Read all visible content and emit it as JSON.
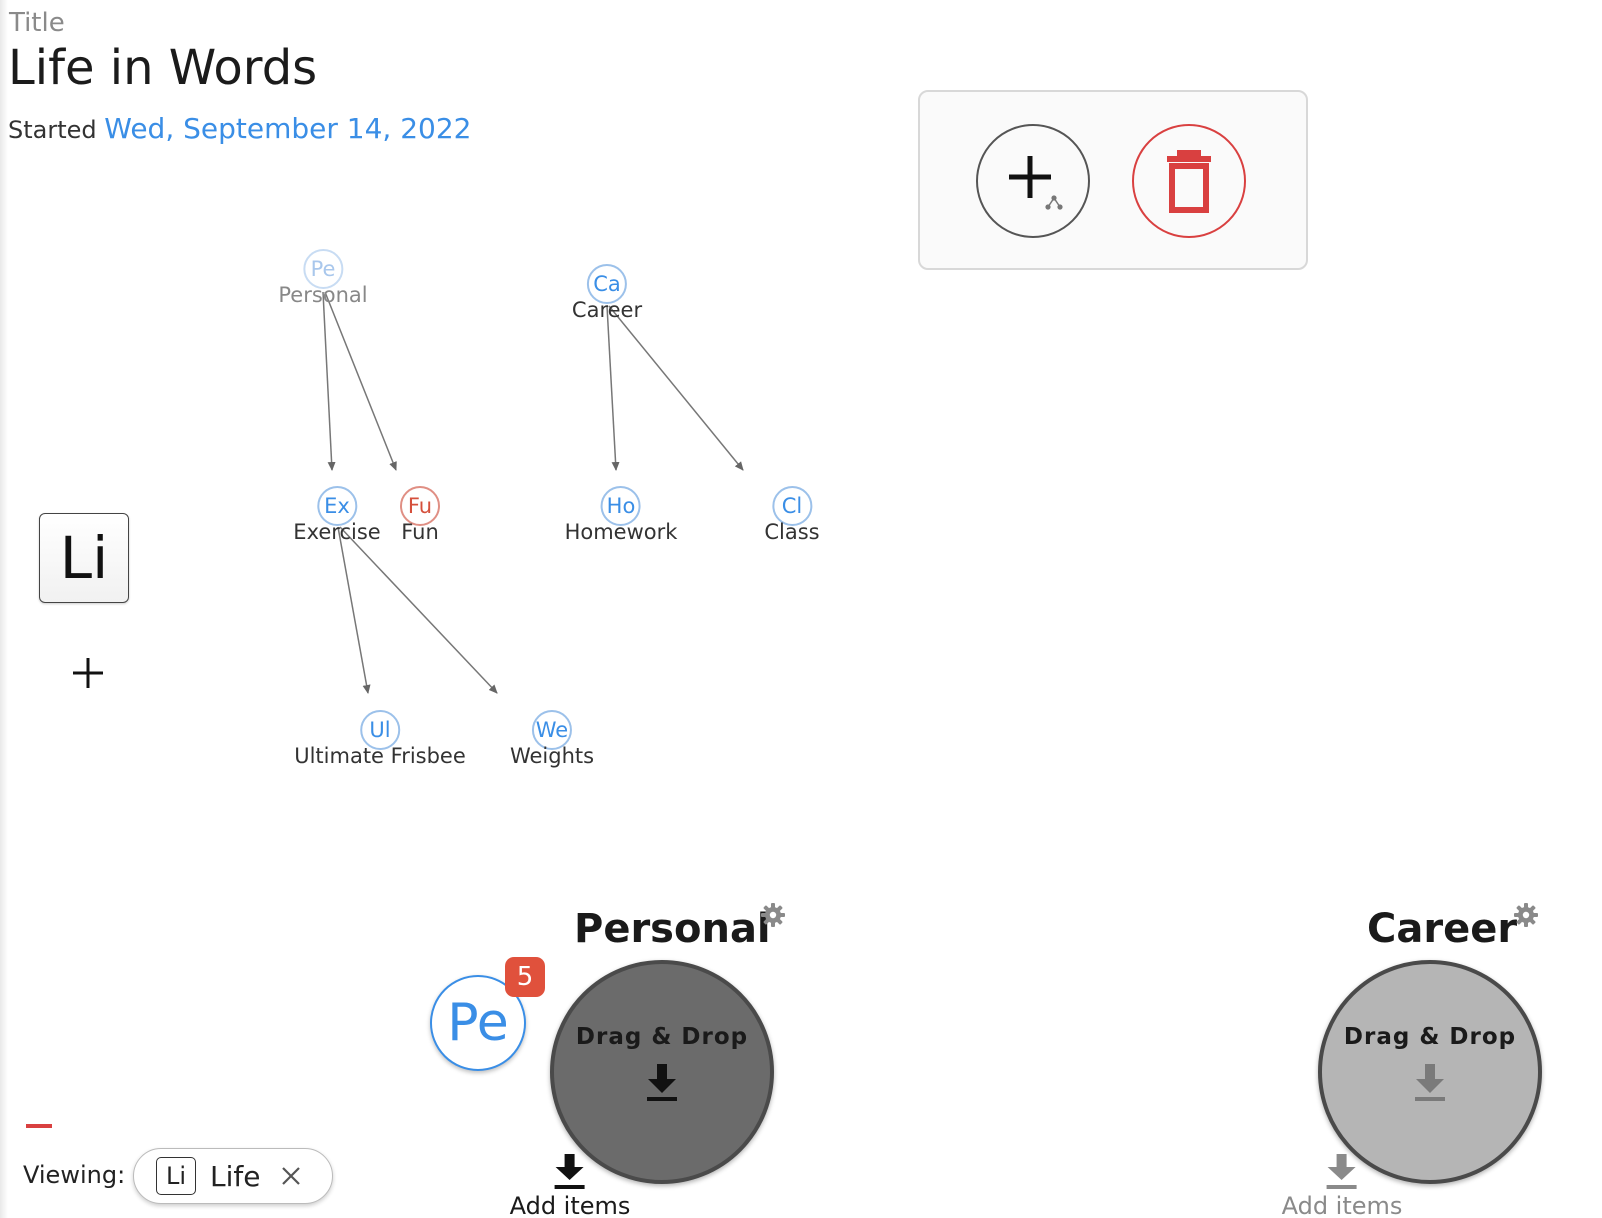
{
  "header": {
    "title_label": "Title",
    "title": "Life in Words",
    "started_label": "Started",
    "started_date": "Wed, September 14, 2022"
  },
  "toolbar": {
    "add_icon": "plus-branch-icon",
    "delete_icon": "trash-icon"
  },
  "graph": {
    "nodes": [
      {
        "abbr": "Pe",
        "label": "Personal"
      },
      {
        "abbr": "Ca",
        "label": "Career"
      },
      {
        "abbr": "Ex",
        "label": "Exercise"
      },
      {
        "abbr": "Fu",
        "label": "Fun"
      },
      {
        "abbr": "Ho",
        "label": "Homework"
      },
      {
        "abbr": "Cl",
        "label": "Class"
      },
      {
        "abbr": "Ul",
        "label": "Ultimate Frisbee"
      },
      {
        "abbr": "We",
        "label": "Weights"
      }
    ]
  },
  "sidebar": {
    "card_abbr": "Li",
    "add_icon": "plus-icon"
  },
  "groups": [
    {
      "title": "Personal",
      "avatar": "Pe",
      "badge": "5",
      "dropzone_label": "Drag & Drop",
      "add_label": "Add items"
    },
    {
      "title": "Career",
      "dropzone_label": "Drag & Drop",
      "add_label": "Add items"
    }
  ],
  "footer": {
    "viewing_label": "Viewing:",
    "chip_abbr": "Li",
    "chip_text": "Life"
  },
  "colors": {
    "accent": "#3a8ee6",
    "danger": "#d94040",
    "badge": "#e0513c"
  }
}
